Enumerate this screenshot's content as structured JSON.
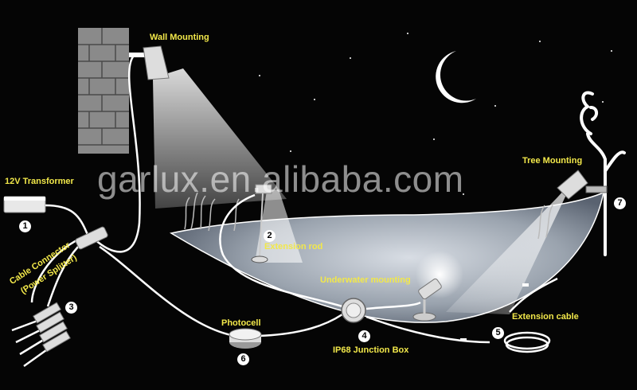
{
  "labels": {
    "wall_mounting": "Wall Mounting",
    "transformer": "12V Transformer",
    "cable_connector": "Cable Connector",
    "power_splitter": "(Power Splitter)",
    "extension_rod": "Extension rod",
    "underwater_mounting": "Underwater mounting",
    "photocell": "Photocell",
    "junction_box": "IP68 Junction Box",
    "extension_cable": "Extension cable",
    "tree_mounting": "Tree Mounting"
  },
  "numbers": {
    "n1": "1",
    "n2": "2",
    "n3": "3",
    "n4": "4",
    "n5": "5",
    "n6": "6",
    "n7": "7"
  },
  "watermark": "garlux.en.alibaba.com",
  "colors": {
    "label": "#f2e84a",
    "background": "#050505",
    "cable": "#ffffff"
  }
}
